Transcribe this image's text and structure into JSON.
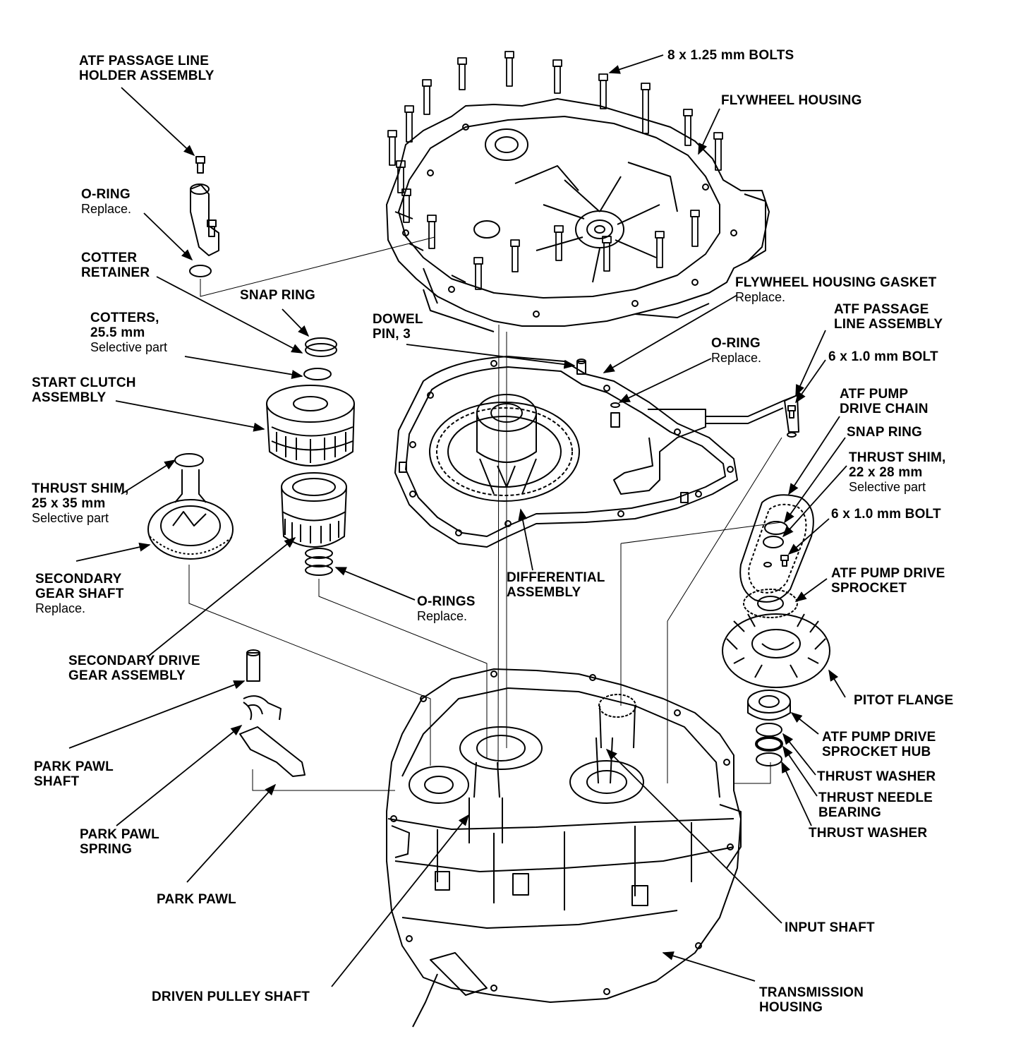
{
  "colors": {
    "ink": "#000000",
    "paper": "#ffffff"
  },
  "labels": {
    "atf_passage_line_holder": {
      "line1": "ATF PASSAGE LINE",
      "line2": "HOLDER ASSEMBLY"
    },
    "bolts_8x125": "8 x 1.25 mm BOLTS",
    "flywheel_housing": "FLYWHEEL HOUSING",
    "o_ring_top": {
      "title": "O-RING",
      "note": "Replace."
    },
    "cotter_retainer": {
      "line1": "COTTER",
      "line2": "RETAINER"
    },
    "snap_ring_left": "SNAP RING",
    "cotters": {
      "line1": "COTTERS,",
      "line2": "25.5 mm",
      "note": "Selective part"
    },
    "flywheel_housing_gasket": {
      "title": "FLYWHEEL HOUSING GASKET",
      "note": "Replace."
    },
    "dowel_pin": {
      "line1": "DOWEL",
      "line2": "PIN, 3"
    },
    "o_ring_mid": {
      "title": "O-RING",
      "note": "Replace."
    },
    "atf_passage_line_assembly": {
      "line1": "ATF PASSAGE",
      "line2": "LINE ASSEMBLY"
    },
    "bolt_6x10_top": "6 x 1.0 mm BOLT",
    "start_clutch": {
      "line1": "START CLUTCH",
      "line2": "ASSEMBLY"
    },
    "atf_pump_drive_chain": {
      "line1": "ATF PUMP",
      "line2": "DRIVE CHAIN"
    },
    "snap_ring_right": "SNAP RING",
    "thrust_shim_22": {
      "line1": "THRUST SHIM,",
      "line2": "22 x 28 mm",
      "note": "Selective part"
    },
    "thrust_shim_25": {
      "line1": "THRUST SHIM,",
      "line2": "25 x 35 mm",
      "note": "Selective part"
    },
    "bolt_6x10_mid": "6 x 1.0 mm BOLT",
    "secondary_gear_shaft": {
      "line1": "SECONDARY",
      "line2": "GEAR SHAFT",
      "note": "Replace."
    },
    "differential": {
      "line1": "DIFFERENTIAL",
      "line2": "ASSEMBLY"
    },
    "atf_pump_drive_sprocket": {
      "line1": "ATF PUMP DRIVE",
      "line2": "SPROCKET"
    },
    "o_rings": {
      "title": "O-RINGS",
      "note": "Replace."
    },
    "secondary_drive_gear": {
      "line1": "SECONDARY DRIVE",
      "line2": "GEAR ASSEMBLY"
    },
    "pitot_flange": "PITOT FLANGE",
    "sprocket_hub": {
      "line1": "ATF PUMP DRIVE",
      "line2": "SPROCKET HUB"
    },
    "park_pawl_shaft": {
      "line1": "PARK PAWL",
      "line2": "SHAFT"
    },
    "thrust_washer_top": "THRUST WASHER",
    "thrust_needle_bearing": {
      "line1": "THRUST NEEDLE",
      "line2": "BEARING"
    },
    "park_pawl_spring": {
      "line1": "PARK PAWL",
      "line2": "SPRING"
    },
    "thrust_washer_bottom": "THRUST WASHER",
    "park_pawl": "PARK PAWL",
    "input_shaft": "INPUT SHAFT",
    "driven_pulley_shaft": "DRIVEN PULLEY SHAFT",
    "transmission_housing": {
      "line1": "TRANSMISSION",
      "line2": "HOUSING"
    }
  }
}
